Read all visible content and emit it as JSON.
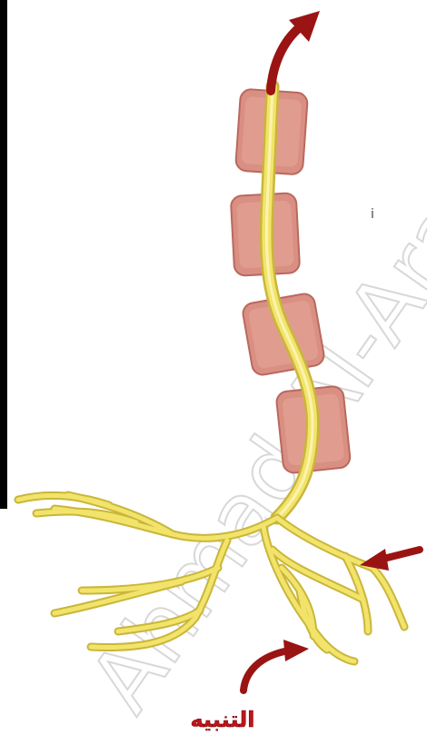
{
  "diagram": {
    "stimulus_label": "التنبيه",
    "side_mark": "i",
    "watermark": "Ahmad Al-Arabi"
  },
  "colors": {
    "background": "#ffffff",
    "border": "#000000",
    "axon_fill": "#f2e46b",
    "axon_edge": "#c9b63a",
    "myelin_fill": "#d98f82",
    "myelin_edge": "#b9695e",
    "arrow": "#9a1414",
    "label": "#c0141a",
    "watermark": "#d2d2d2"
  },
  "icons": {
    "direction_arrow": "curved-arrow-up",
    "stimulus_arrows": "arrow-left-and-curved-arrow"
  }
}
